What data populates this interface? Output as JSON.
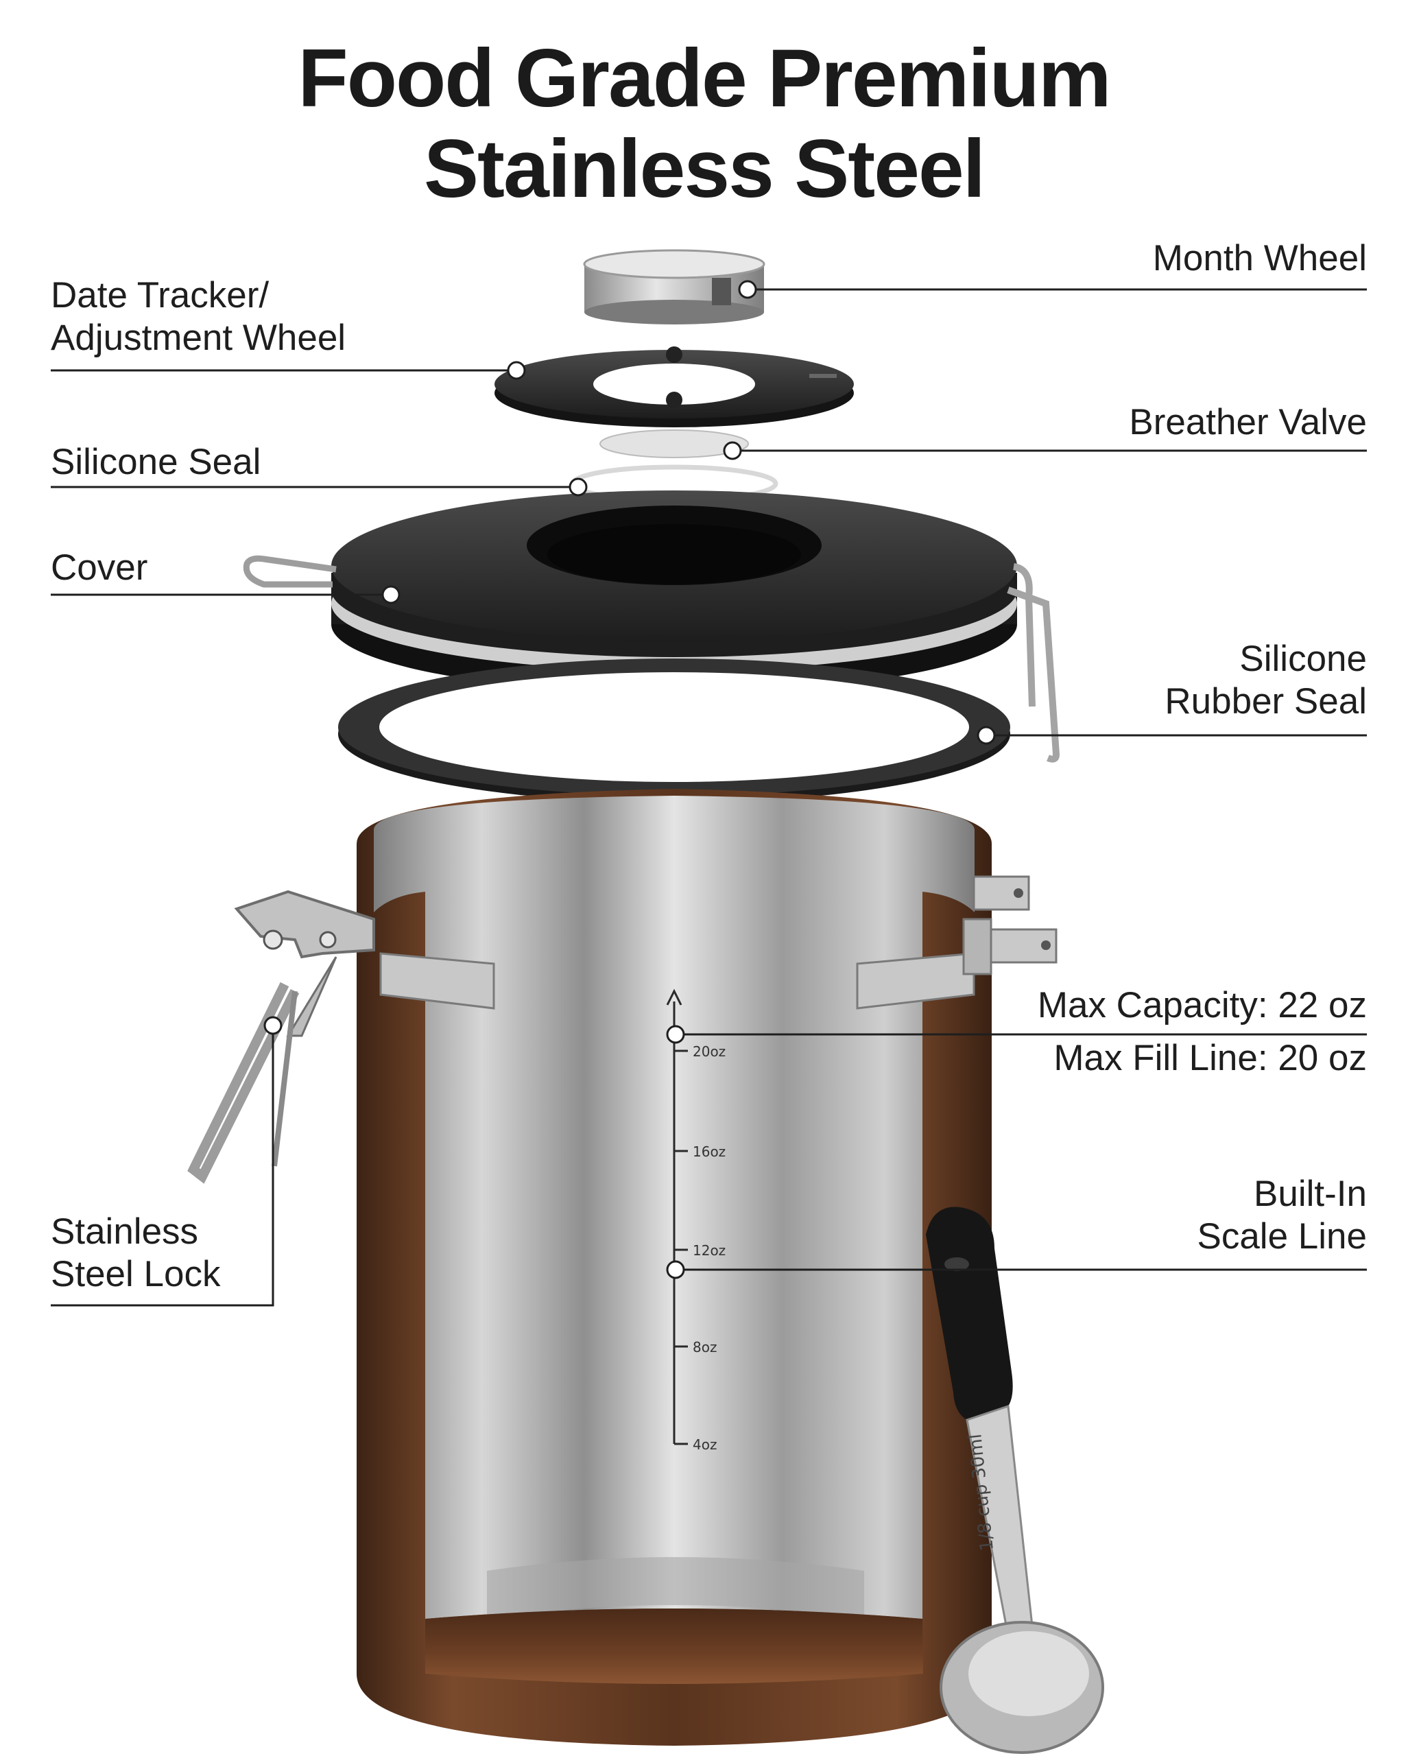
{
  "title": {
    "line1": "Food Grade Premium",
    "line2": "Stainless Steel"
  },
  "labels": {
    "month_wheel": "Month Wheel",
    "date_tracker_1": "Date Tracker/",
    "date_tracker_2": "Adjustment Wheel",
    "breather_valve": "Breather Valve",
    "silicone_seal": "Silicone Seal",
    "cover": "Cover",
    "rubber_seal_1": "Silicone",
    "rubber_seal_2": "Rubber Seal",
    "max_capacity": "Max Capacity: 22 oz",
    "max_fill": "Max Fill Line: 20 oz",
    "scale_line_1": "Built-In",
    "scale_line_2": "Scale Line",
    "steel_lock_1": "Stainless",
    "steel_lock_2": "Steel Lock"
  },
  "scale_ticks": [
    "20oz",
    "16oz",
    "12oz",
    "8oz",
    "4oz"
  ],
  "scoop_text": "1/8 cup 30ml",
  "colors": {
    "copper": "#6a3e24",
    "lid": "#2b2b2b",
    "steel": "#b9b9b9"
  }
}
